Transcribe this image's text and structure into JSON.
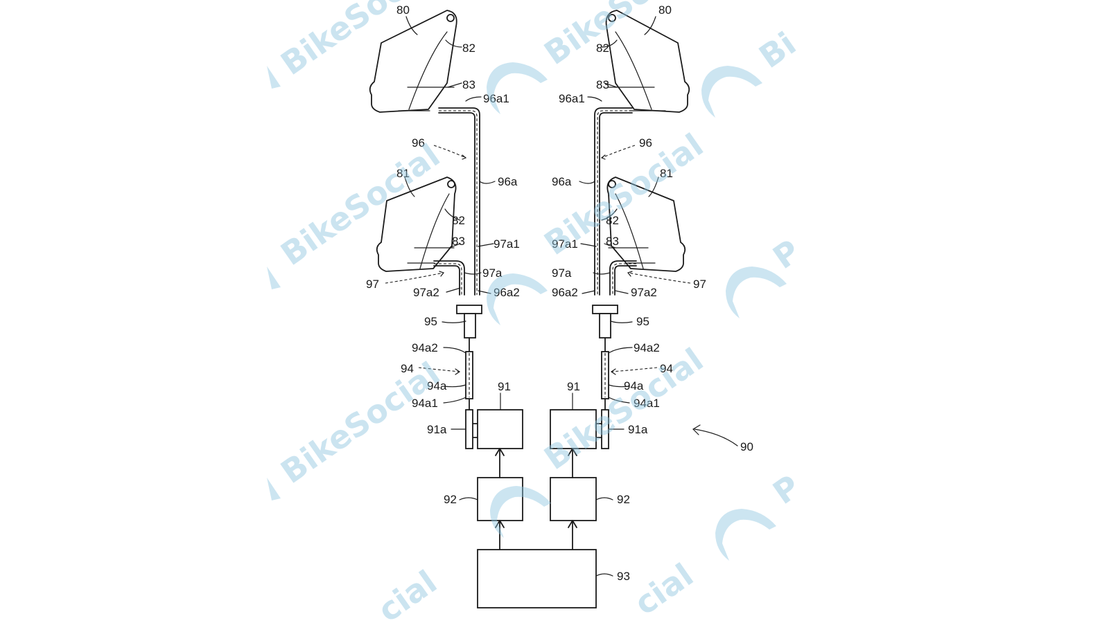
{
  "watermark": {
    "text": "BikeSocial",
    "partial": "Bi",
    "partial_r": "P",
    "tail": "cial",
    "color": "#8ec5e0"
  },
  "labels": {
    "l80": "80",
    "l82": "82",
    "l83": "83",
    "l96a1": "96a1",
    "l96": "96",
    "l96a": "96a",
    "l81": "81",
    "l97a1": "97a1",
    "l97a": "97a",
    "l97": "97",
    "l97a2": "97a2",
    "l96a2": "96a2",
    "l95": "95",
    "l94a2": "94a2",
    "l94": "94",
    "l94a": "94a",
    "l94a1": "94a1",
    "l91": "91",
    "l91a": "91a",
    "l92": "92",
    "l93": "93",
    "l90": "90"
  }
}
